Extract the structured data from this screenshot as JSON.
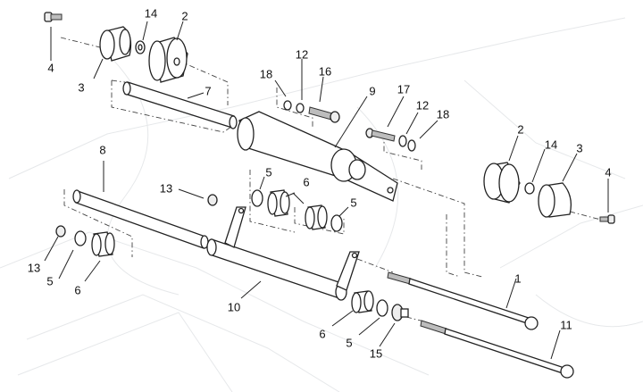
{
  "diagram": {
    "type": "exploded-parts-view",
    "callouts": [
      {
        "id": "c4a",
        "label": "4",
        "part": "bolt"
      },
      {
        "id": "c14a",
        "label": "14",
        "part": "washer"
      },
      {
        "id": "c2a",
        "label": "2",
        "part": "bushing"
      },
      {
        "id": "c3a",
        "label": "3",
        "part": "cap"
      },
      {
        "id": "c7",
        "label": "7",
        "part": "pin"
      },
      {
        "id": "c18a",
        "label": "18",
        "part": "washer"
      },
      {
        "id": "c12a",
        "label": "12",
        "part": "washer"
      },
      {
        "id": "c16",
        "label": "16",
        "part": "bolt"
      },
      {
        "id": "c9",
        "label": "9",
        "part": "arm"
      },
      {
        "id": "c17",
        "label": "17",
        "part": "bolt"
      },
      {
        "id": "c12b",
        "label": "12",
        "part": "washer"
      },
      {
        "id": "c18b",
        "label": "18",
        "part": "washer"
      },
      {
        "id": "c2b",
        "label": "2",
        "part": "bushing"
      },
      {
        "id": "c14b",
        "label": "14",
        "part": "washer"
      },
      {
        "id": "c3b",
        "label": "3",
        "part": "cap"
      },
      {
        "id": "c4b",
        "label": "4",
        "part": "bolt"
      },
      {
        "id": "c8",
        "label": "8",
        "part": "pin"
      },
      {
        "id": "c13a",
        "label": "13",
        "part": "nut"
      },
      {
        "id": "c5a",
        "label": "5",
        "part": "o-ring"
      },
      {
        "id": "c6a",
        "label": "6",
        "part": "bushing"
      },
      {
        "id": "c5b",
        "label": "5",
        "part": "o-ring"
      },
      {
        "id": "c13b",
        "label": "13",
        "part": "nut"
      },
      {
        "id": "c5c",
        "label": "5",
        "part": "o-ring"
      },
      {
        "id": "c6b",
        "label": "6",
        "part": "bushing"
      },
      {
        "id": "c10",
        "label": "10",
        "part": "link"
      },
      {
        "id": "c6c",
        "label": "6",
        "part": "bushing"
      },
      {
        "id": "c5d",
        "label": "5",
        "part": "o-ring"
      },
      {
        "id": "c15",
        "label": "15",
        "part": "spacer"
      },
      {
        "id": "c1",
        "label": "1",
        "part": "long-bolt"
      },
      {
        "id": "c11",
        "label": "11",
        "part": "long-bolt"
      }
    ]
  }
}
